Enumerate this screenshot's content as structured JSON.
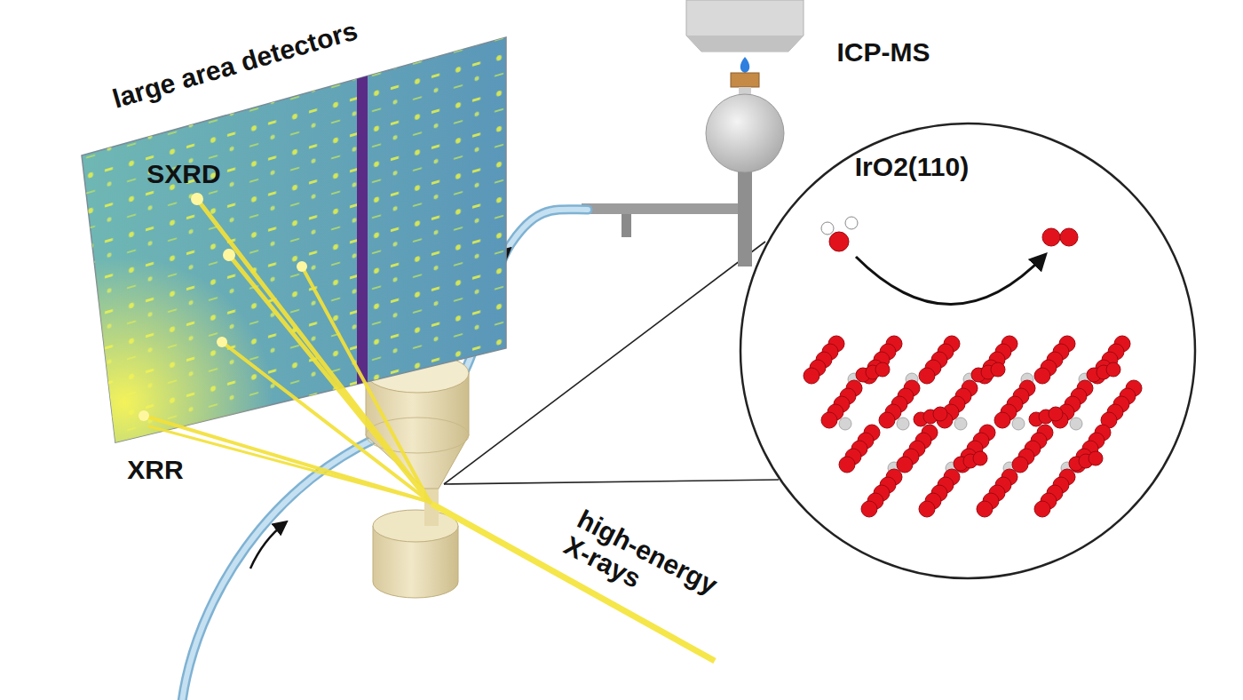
{
  "diagram": {
    "nodes": [
      {
        "text": [
          "large area detectors",
          "SXRD"
        ]
      },
      {
        "text": [
          "IrO2(110)"
        ]
      }
    ],
    "labels": [
      "XRR",
      "ICP-MS",
      "high-energy X-rays"
    ]
  }
}
